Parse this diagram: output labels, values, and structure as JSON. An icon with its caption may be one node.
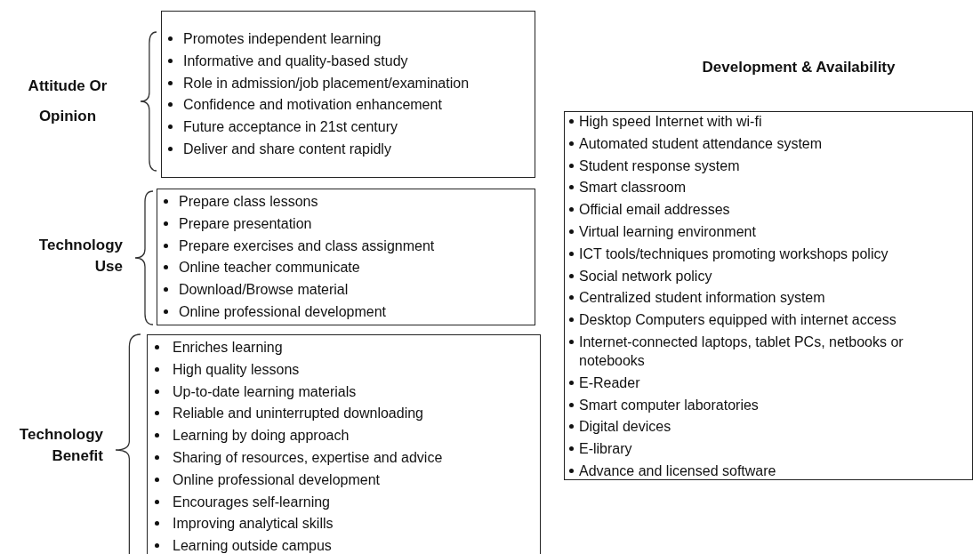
{
  "diagram": {
    "nodes": [
      {
        "text": [
          "Attitude Or Opinion",
          "Promotes independent learning",
          "Informative and quality-based study",
          "Role in admission/job placement/examination",
          "Confidence and motivation enhancement",
          "Future acceptance in 21st century",
          "Deliver and share content rapidly"
        ]
      },
      {
        "text": [
          "Technology Use",
          "Prepare class lessons",
          "Prepare presentation",
          "Prepare exercises and class assignment",
          "Online teacher communicate",
          "Download/Browse material",
          "Online professional development"
        ]
      },
      {
        "text": [
          "Technology Benefit",
          "Enriches learning",
          "High quality lessons",
          "Up-to-date learning materials",
          "Reliable and uninterrupted downloading",
          "Learning by doing approach",
          "Sharing of resources, expertise and advice",
          "Online professional development",
          "Encourages self-learning",
          "Improving analytical skills",
          "Learning outside campus"
        ]
      },
      {
        "text": [
          "Development & Availability",
          "High speed Internet with wi-fi",
          "Automated student attendance system",
          "Student response system",
          "Smart classroom",
          "Official email addresses",
          "Virtual learning environment",
          "ICT tools/techniques promoting workshops policy",
          "Social network policy",
          "Centralized student information system",
          "Desktop Computers equipped with internet access",
          "Internet-connected laptops, tablet PCs, netbooks or notebooks",
          "E-Reader",
          "Smart computer laboratories",
          "Digital devices",
          "E-library",
          "Advance and licensed software"
        ]
      }
    ]
  }
}
